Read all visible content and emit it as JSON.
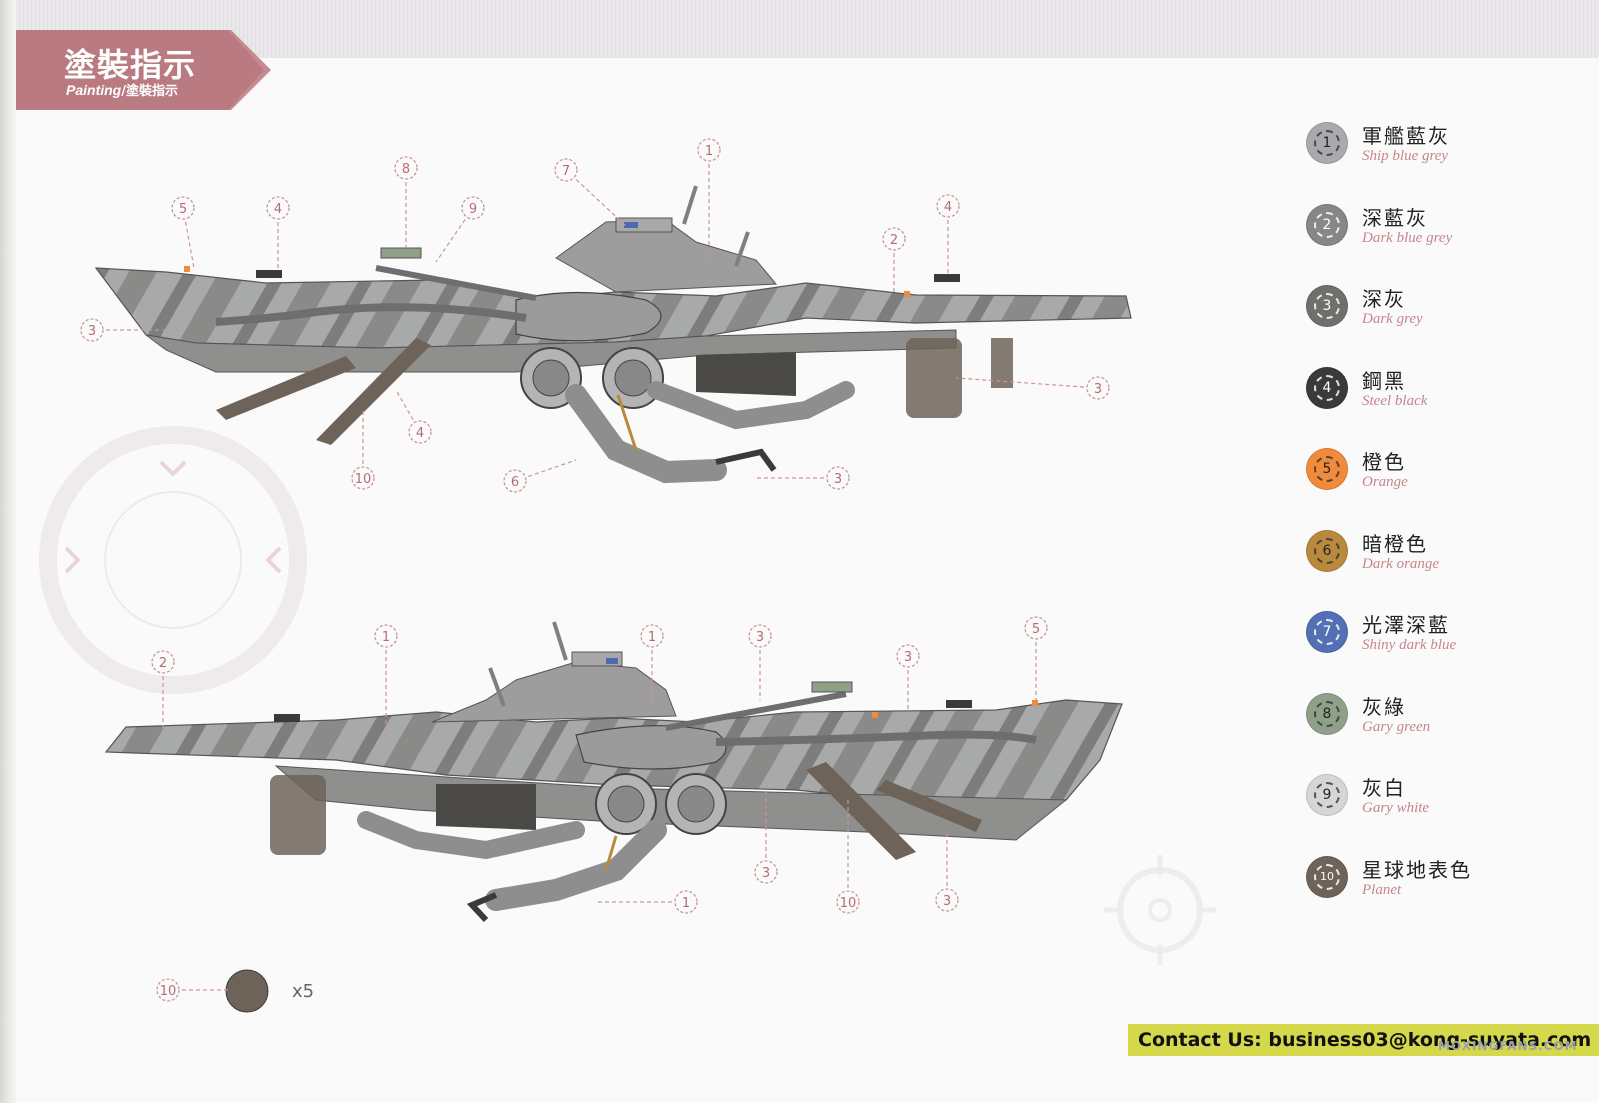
{
  "header": {
    "title": "塗裝指示",
    "subtitle_en": "Painting",
    "subtitle_cn": "/塗裝指示"
  },
  "legend": [
    {
      "num": "1",
      "cn": "軍艦藍灰",
      "en": "Ship blue grey",
      "color": "#a9aaad"
    },
    {
      "num": "2",
      "cn": "深藍灰",
      "en": "Dark blue grey",
      "color": "#868886"
    },
    {
      "num": "3",
      "cn": "深灰",
      "en": "Dark grey",
      "color": "#6f6f6c"
    },
    {
      "num": "4",
      "cn": "鋼黑",
      "en": "Steel black",
      "color": "#3b3a39"
    },
    {
      "num": "5",
      "cn": "橙色",
      "en": "Orange",
      "color": "#f08a3c"
    },
    {
      "num": "6",
      "cn": "暗橙色",
      "en": "Dark orange",
      "color": "#b98a3d"
    },
    {
      "num": "7",
      "cn": "光澤深藍",
      "en": "Shiny dark blue",
      "color": "#5470b4"
    },
    {
      "num": "8",
      "cn": "灰綠",
      "en": "Gary  green",
      "color": "#8fa089"
    },
    {
      "num": "9",
      "cn": "灰白",
      "en": "Gary white",
      "color": "#d6d6d6"
    },
    {
      "num": "10",
      "cn": "星球地表色",
      "en": "Planet",
      "color": "#6d6358"
    }
  ],
  "callouts_top": [
    "5",
    "4",
    "8",
    "9",
    "7",
    "1",
    "2",
    "4",
    "3",
    "3",
    "4",
    "10",
    "6",
    "3"
  ],
  "callouts_bottom": [
    "2",
    "1",
    "1",
    "3",
    "3",
    "5",
    "3",
    "10",
    "3",
    "1"
  ],
  "accessory": {
    "num": "10",
    "count": "x5"
  },
  "contact": "Contact Us: business03@kong-suyata.com",
  "watermark": "MOXINGFANS.COM",
  "colors": {
    "accent": "#c48a8f",
    "contact_bg": "#d6d84b"
  }
}
